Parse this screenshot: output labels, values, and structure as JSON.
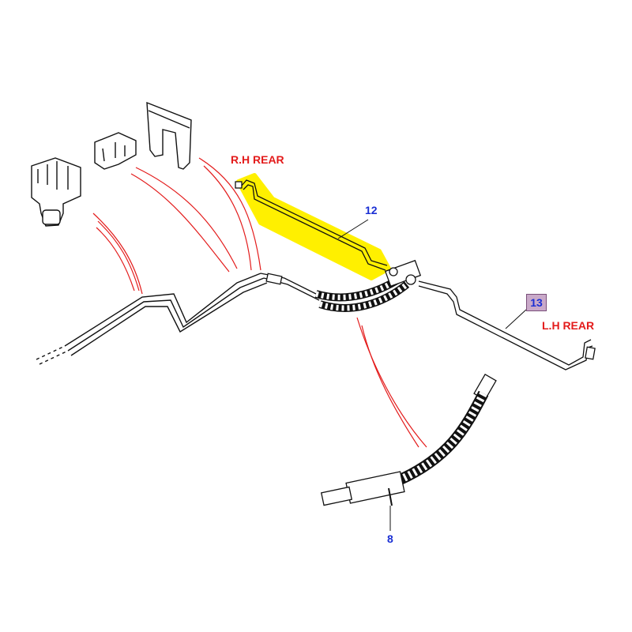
{
  "labels": {
    "rh_rear": "R.H REAR",
    "lh_rear": "L.H REAR"
  },
  "callouts": {
    "part_12": "12",
    "part_13": "13",
    "part_8": "8"
  },
  "colors": {
    "leader_red": "#e31b1b",
    "callout_blue": "#1a2fd4",
    "highlight_yellow": "#fff000",
    "callout_box_13": "#c9a9c9",
    "line_black": "#111111"
  }
}
